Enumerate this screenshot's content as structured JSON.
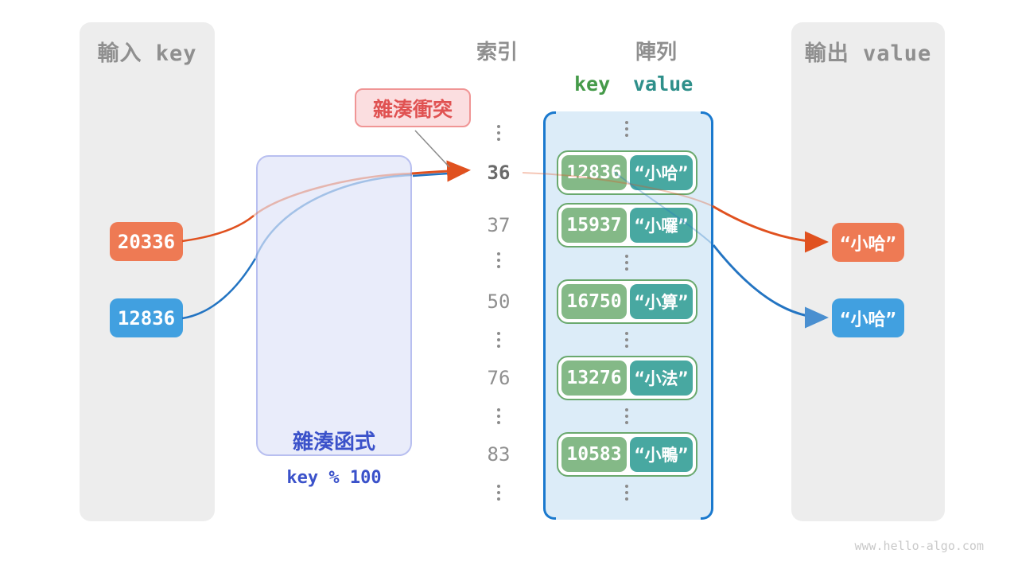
{
  "input_panel": {
    "title": "輸入 key",
    "keys": [
      {
        "value": "20336",
        "color": "#ee7a54"
      },
      {
        "value": "12836",
        "color": "#41a0e0"
      }
    ]
  },
  "hash": {
    "title": "雜湊函式",
    "formula": "key % 100",
    "text_color": "#3b52ca",
    "fill": "#e9ecfa",
    "border": "#b8bff0"
  },
  "collision": {
    "text": "雜湊衝突",
    "text_color": "#e05252",
    "fill": "#fbdee0",
    "border": "#f09595"
  },
  "index_column": {
    "title": "索引",
    "values": [
      "36",
      "37",
      "50",
      "76",
      "83"
    ],
    "highlighted": "36"
  },
  "array": {
    "title": "陣列",
    "header_key": "key",
    "header_value": "value",
    "header_key_color": "#459a49",
    "header_value_color": "#2e8f8a",
    "fill": "#dcecf8",
    "bracket_color": "#1a79ce",
    "pair_border": "#6aa96e",
    "key_fill": "#84b987",
    "value_fill": "#48a8a1",
    "pairs": [
      {
        "key": "12836",
        "value": "“小哈”"
      },
      {
        "key": "15937",
        "value": "“小囉”"
      },
      {
        "key": "16750",
        "value": "“小算”"
      },
      {
        "key": "13276",
        "value": "“小法”"
      },
      {
        "key": "10583",
        "value": "“小鴨”"
      }
    ]
  },
  "output_panel": {
    "title": "輸出 value",
    "values": [
      {
        "text": "“小哈”",
        "color": "#ee7a54"
      },
      {
        "text": "“小哈”",
        "color": "#41a0e0"
      }
    ]
  },
  "flow_colors": {
    "orange": "#e0511f",
    "blue": "#2374c2",
    "connector_gray": "#8a8a8a"
  },
  "watermark": "www.hello-algo.com"
}
